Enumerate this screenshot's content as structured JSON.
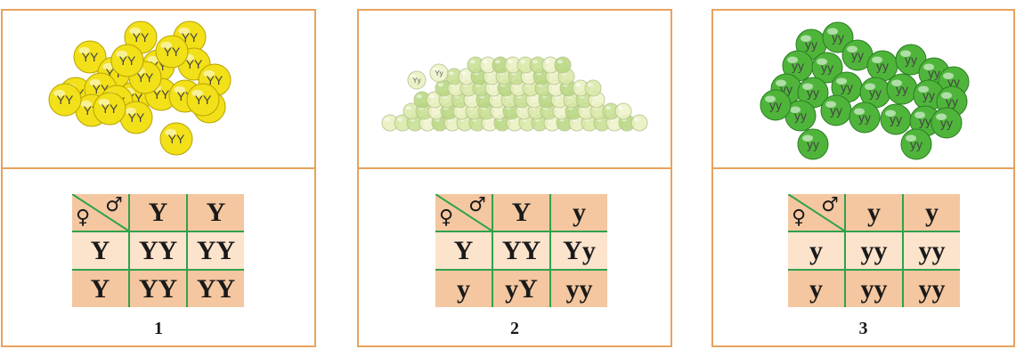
{
  "panels": [
    {
      "caption": "1",
      "seed_label": "YY",
      "seed_color": "#f2e019",
      "header": [
        "Y",
        "Y"
      ],
      "rows": [
        {
          "label": "Y",
          "cells": [
            "YY",
            "YY"
          ]
        },
        {
          "label": "Y",
          "cells": [
            "YY",
            "YY"
          ]
        }
      ]
    },
    {
      "caption": "2",
      "seed_label": "Yy",
      "seed_color": "#e4edb4",
      "header": [
        "Y",
        "y"
      ],
      "rows": [
        {
          "label": "Y",
          "cells": [
            "YY",
            "Yy"
          ]
        },
        {
          "label": "y",
          "cells": [
            "yY",
            "yy"
          ]
        }
      ]
    },
    {
      "caption": "3",
      "seed_label": "yy",
      "seed_color": "#4fb53a",
      "header": [
        "y",
        "y"
      ],
      "rows": [
        {
          "label": "y",
          "cells": [
            "yy",
            "yy"
          ]
        },
        {
          "label": "y",
          "cells": [
            "yy",
            "yy"
          ]
        }
      ]
    }
  ],
  "symbols": {
    "female": "♀",
    "male": "♂"
  },
  "colors": {
    "border": "#e8a25e",
    "grid": "#2fa24c",
    "cell": "#f4c7a1",
    "cell_light": "#fbe3cc"
  }
}
